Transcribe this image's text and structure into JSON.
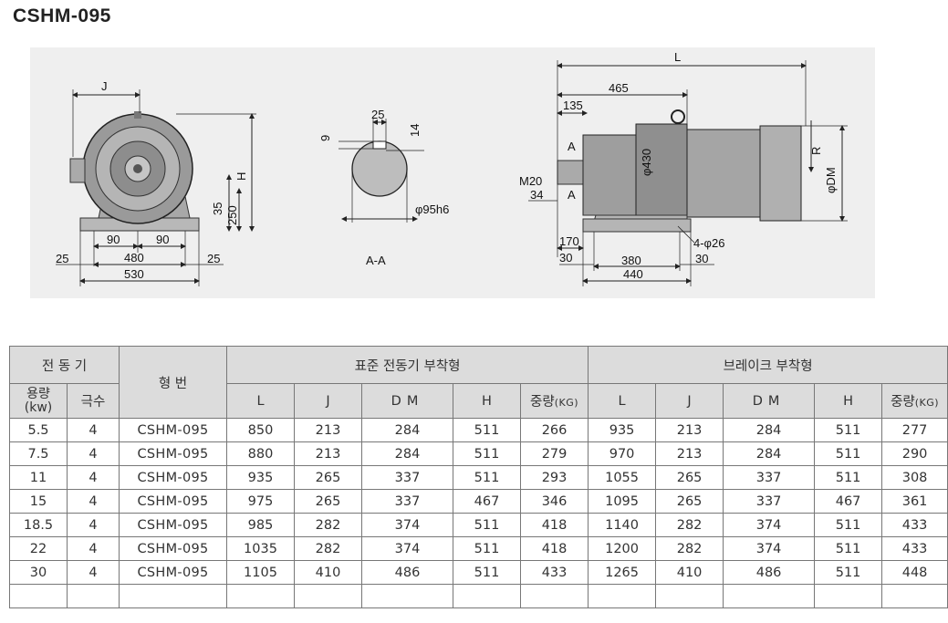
{
  "title": "CSHM-095",
  "drawing": {
    "front": {
      "J": "J",
      "H": "H",
      "d35": "35",
      "d250": "250",
      "d90a": "90",
      "d90b": "90",
      "d480": "480",
      "d530": "530",
      "d25a": "25",
      "d25b": "25"
    },
    "section": {
      "d25": "25",
      "d9": "9",
      "d14": "14",
      "shaft": "φ95h6",
      "label": "A-A"
    },
    "side": {
      "L": "L",
      "d465": "465",
      "d135": "135",
      "phi430": "φ430",
      "R": "R",
      "DM": "φDM",
      "A1": "A",
      "A2": "A",
      "M20": "M20",
      "d34": "34",
      "d170": "170",
      "d30a": "30",
      "d380": "380",
      "d440": "440",
      "holes": "4-φ26",
      "d30b": "30"
    }
  },
  "table": {
    "motor_header": "전 동 기",
    "model_header": "형 번",
    "standard_header": "표준 전동기 부착형",
    "brake_header": "브레이크 부착형",
    "cap_label": "용량",
    "cap_unit": "(kw)",
    "poles_label": "극수",
    "col_L": "L",
    "col_J": "J",
    "col_DM": "DM",
    "col_H": "H",
    "weight_label": "중량",
    "weight_unit": "(KG)",
    "rows": [
      {
        "kw": "5.5",
        "poles": "4",
        "model": "CSHM-095",
        "s": [
          "850",
          "213",
          "284",
          "511",
          "266"
        ],
        "b": [
          "935",
          "213",
          "284",
          "511",
          "277"
        ]
      },
      {
        "kw": "7.5",
        "poles": "4",
        "model": "CSHM-095",
        "s": [
          "880",
          "213",
          "284",
          "511",
          "279"
        ],
        "b": [
          "970",
          "213",
          "284",
          "511",
          "290"
        ]
      },
      {
        "kw": "11",
        "poles": "4",
        "model": "CSHM-095",
        "s": [
          "935",
          "265",
          "337",
          "511",
          "293"
        ],
        "b": [
          "1055",
          "265",
          "337",
          "511",
          "308"
        ]
      },
      {
        "kw": "15",
        "poles": "4",
        "model": "CSHM-095",
        "s": [
          "975",
          "265",
          "337",
          "467",
          "346"
        ],
        "b": [
          "1095",
          "265",
          "337",
          "467",
          "361"
        ]
      },
      {
        "kw": "18.5",
        "poles": "4",
        "model": "CSHM-095",
        "s": [
          "985",
          "282",
          "374",
          "511",
          "418"
        ],
        "b": [
          "1140",
          "282",
          "374",
          "511",
          "433"
        ]
      },
      {
        "kw": "22",
        "poles": "4",
        "model": "CSHM-095",
        "s": [
          "1035",
          "282",
          "374",
          "511",
          "418"
        ],
        "b": [
          "1200",
          "282",
          "374",
          "511",
          "433"
        ]
      },
      {
        "kw": "30",
        "poles": "4",
        "model": "CSHM-095",
        "s": [
          "1105",
          "410",
          "486",
          "511",
          "433"
        ],
        "b": [
          "1265",
          "410",
          "486",
          "511",
          "448"
        ]
      }
    ]
  }
}
